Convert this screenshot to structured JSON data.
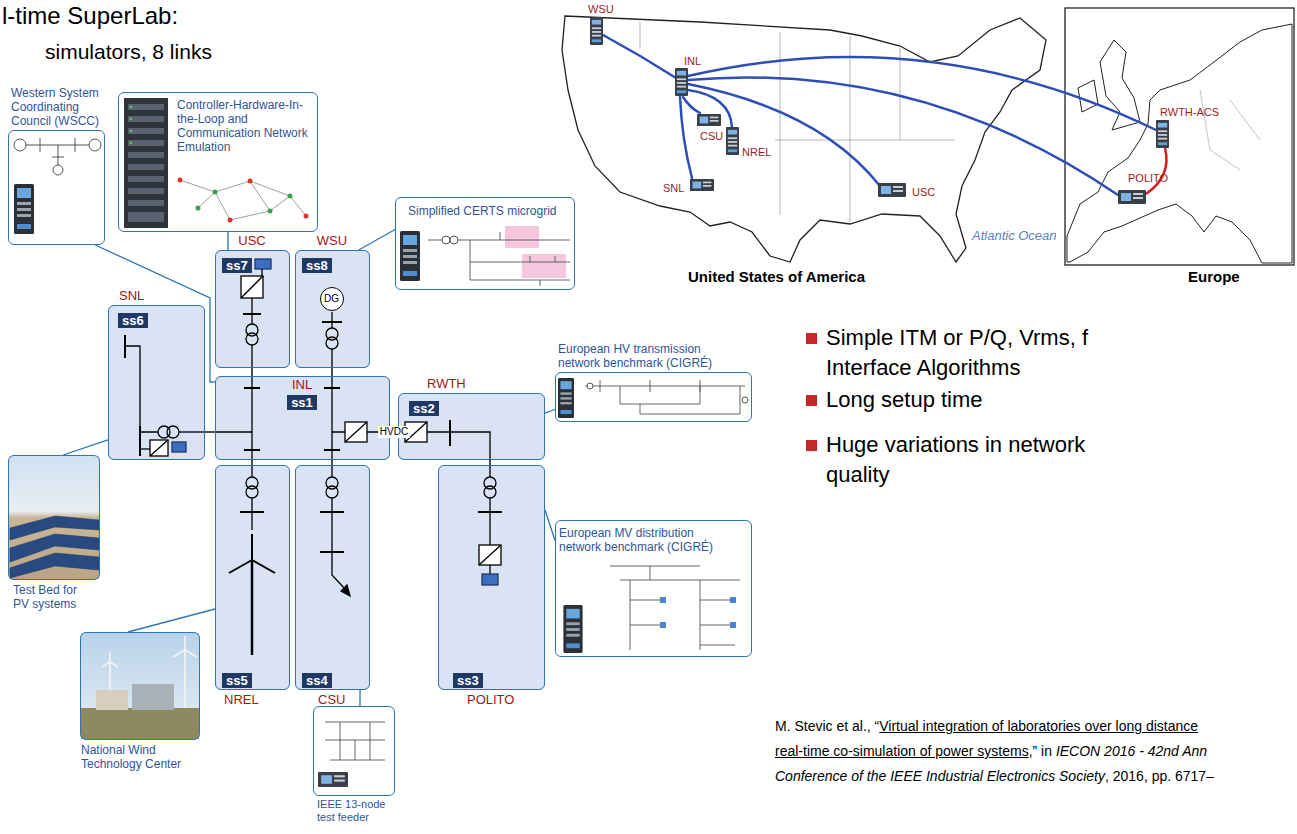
{
  "diagram": {
    "nodes": [
      {
        "text": [
          "Controller-Hardware-In-the-Loop and Communication Network Emulation"
        ]
      },
      {
        "text": [
          "USC",
          "ss7"
        ]
      },
      {
        "text": [
          "WSU",
          "ss8"
        ]
      },
      {
        "text": [
          "DG"
        ],
        "in": 2
      },
      {
        "text": [
          "Simplified CERTS microgrid"
        ]
      },
      {
        "text": [
          "Western System Coordinating Council (WSCC)"
        ]
      },
      {
        "text": [
          "SNL",
          "ss6"
        ]
      },
      {
        "text": [
          "INL",
          "ss1"
        ]
      },
      {
        "text": [
          "RWTH",
          "ss2"
        ]
      },
      {
        "text": [
          "European HV transmission network benchmark (CIGRÉ)"
        ]
      },
      {
        "text": [
          "European MV distribution network benchmark (CIGRÉ)"
        ]
      },
      {
        "text": [
          "Test Bed for PV systems"
        ]
      },
      {
        "text": [
          "ss5",
          "NREL"
        ]
      },
      {
        "text": [
          "ss4",
          "CSU"
        ]
      },
      {
        "text": [
          "ss3",
          "POLITO"
        ]
      },
      {
        "text": [
          "National Wind Technology Center"
        ]
      },
      {
        "text": [
          "IEEE 13-node test feeder"
        ]
      }
    ],
    "edges": [
      {
        "from": 0,
        "to": 1,
        "arrow": "none"
      },
      {
        "from": 4,
        "to": 2,
        "arrow": "none"
      },
      {
        "from": 5,
        "to": 7,
        "arrow": "none"
      },
      {
        "from": 7,
        "to": 1,
        "arrow": "none"
      },
      {
        "from": 7,
        "to": 2,
        "arrow": "none"
      },
      {
        "from": 6,
        "to": 7,
        "arrow": "none"
      },
      {
        "from": 7,
        "to": 8,
        "label": "HVDC",
        "arrow": "none"
      },
      {
        "from": 7,
        "to": 12,
        "arrow": "none"
      },
      {
        "from": 7,
        "to": 13,
        "arrow": "none"
      },
      {
        "from": 8,
        "to": 14,
        "arrow": "none"
      },
      {
        "from": 9,
        "to": 8,
        "arrow": "none"
      },
      {
        "from": 10,
        "to": 14,
        "arrow": "none"
      },
      {
        "from": 11,
        "to": 6,
        "arrow": "none"
      },
      {
        "from": 15,
        "to": 12,
        "arrow": "none"
      },
      {
        "from": 16,
        "to": 13,
        "arrow": "none"
      }
    ],
    "labels": [
      "l-time SuperLab:",
      "simulators, 8 links",
      "WSU",
      "INL",
      "CSU",
      "NREL",
      "SNL",
      "USC",
      "RWTH-ACS",
      "POLITO",
      "Atlantic Ocean",
      "United States of America",
      "Europe",
      "Simple ITM or P/Q, Vrms, f Interface Algorithms",
      "Long setup time",
      "Huge variations in network quality",
      "M. Stevic et al., “",
      "Virtual integration of laboratories over long distance",
      "real-time co-simulation of power systems",
      ",” in",
      "IECON 2016 - 42nd Ann",
      "Conference of the IEEE Industrial Electronics Society",
      ", 2016, pp. 6717–"
    ]
  }
}
